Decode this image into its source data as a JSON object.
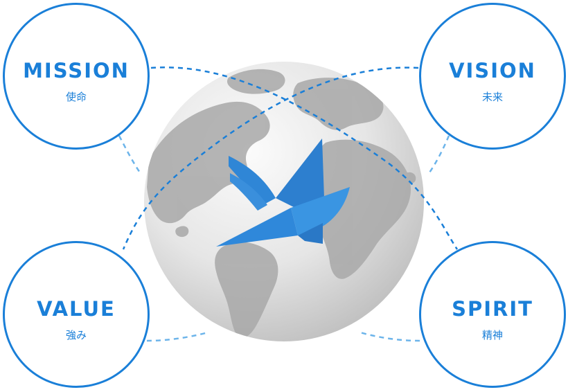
{
  "colors": {
    "accent": "#1a7fd8",
    "accent_light": "#6cb4ea",
    "globe_light": "#f4f4f4",
    "globe_dark": "#c8c8c8",
    "land": "#a9a9a9"
  },
  "nodes": {
    "mission": {
      "title": "MISSION",
      "subtitle": "使命"
    },
    "vision": {
      "title": "VISION",
      "subtitle": "未来"
    },
    "value": {
      "title": "VALUE",
      "subtitle": "強み"
    },
    "spirit": {
      "title": "SPIRIT",
      "subtitle": "精神"
    }
  },
  "center": {
    "image": "globe",
    "logo": "bird-wings-logo-icon"
  }
}
